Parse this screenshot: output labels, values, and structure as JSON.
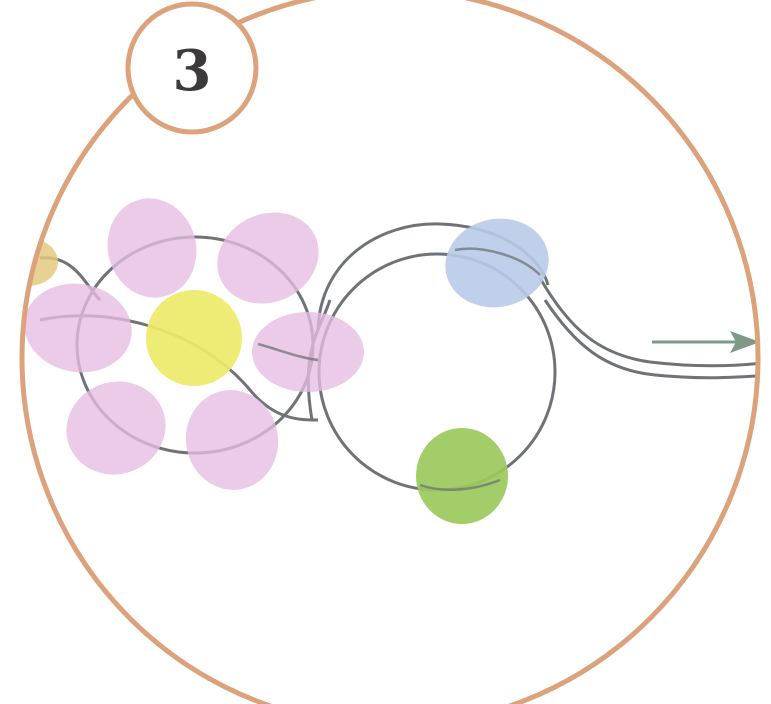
{
  "step": {
    "number": "3"
  },
  "colors": {
    "frame": "#dba27c",
    "wire": "#6f7378",
    "arrow": "#7e9a86",
    "petal_bead": "#e6bde0",
    "center_bead": "#eeea6a",
    "blue_bead": "#b9cbe9",
    "green_bead": "#9bc95b",
    "partial_bead": "#e3c980",
    "background": "#ffffff"
  },
  "icons": {
    "direction": "arrow-right-icon"
  },
  "beads": [
    {
      "name": "petal-bead-top-left",
      "color": "petal_bead"
    },
    {
      "name": "petal-bead-top-right",
      "color": "petal_bead"
    },
    {
      "name": "petal-bead-left",
      "color": "petal_bead"
    },
    {
      "name": "petal-bead-right",
      "color": "petal_bead"
    },
    {
      "name": "petal-bead-bottom-left",
      "color": "petal_bead"
    },
    {
      "name": "petal-bead-bottom-right",
      "color": "petal_bead"
    },
    {
      "name": "center-bead",
      "color": "center_bead"
    },
    {
      "name": "blue-bead",
      "color": "blue_bead"
    },
    {
      "name": "green-bead",
      "color": "green_bead"
    }
  ]
}
